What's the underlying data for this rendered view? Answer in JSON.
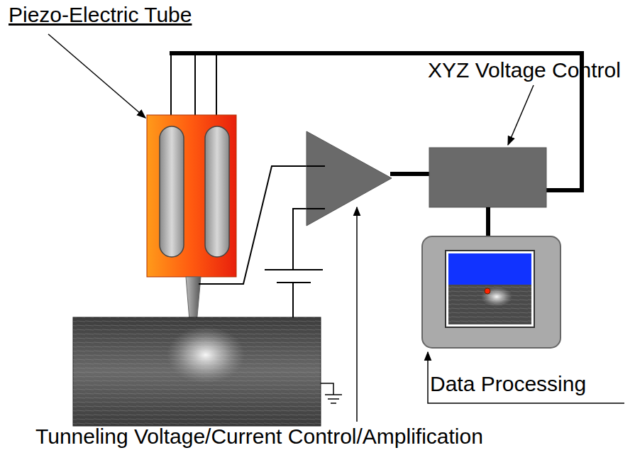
{
  "diagram": {
    "labels": [
      "Piezo-Electric Tube",
      "XYZ Voltage Control",
      "Data Processing",
      "Tunneling Voltage/Current Control/Amplification"
    ]
  }
}
